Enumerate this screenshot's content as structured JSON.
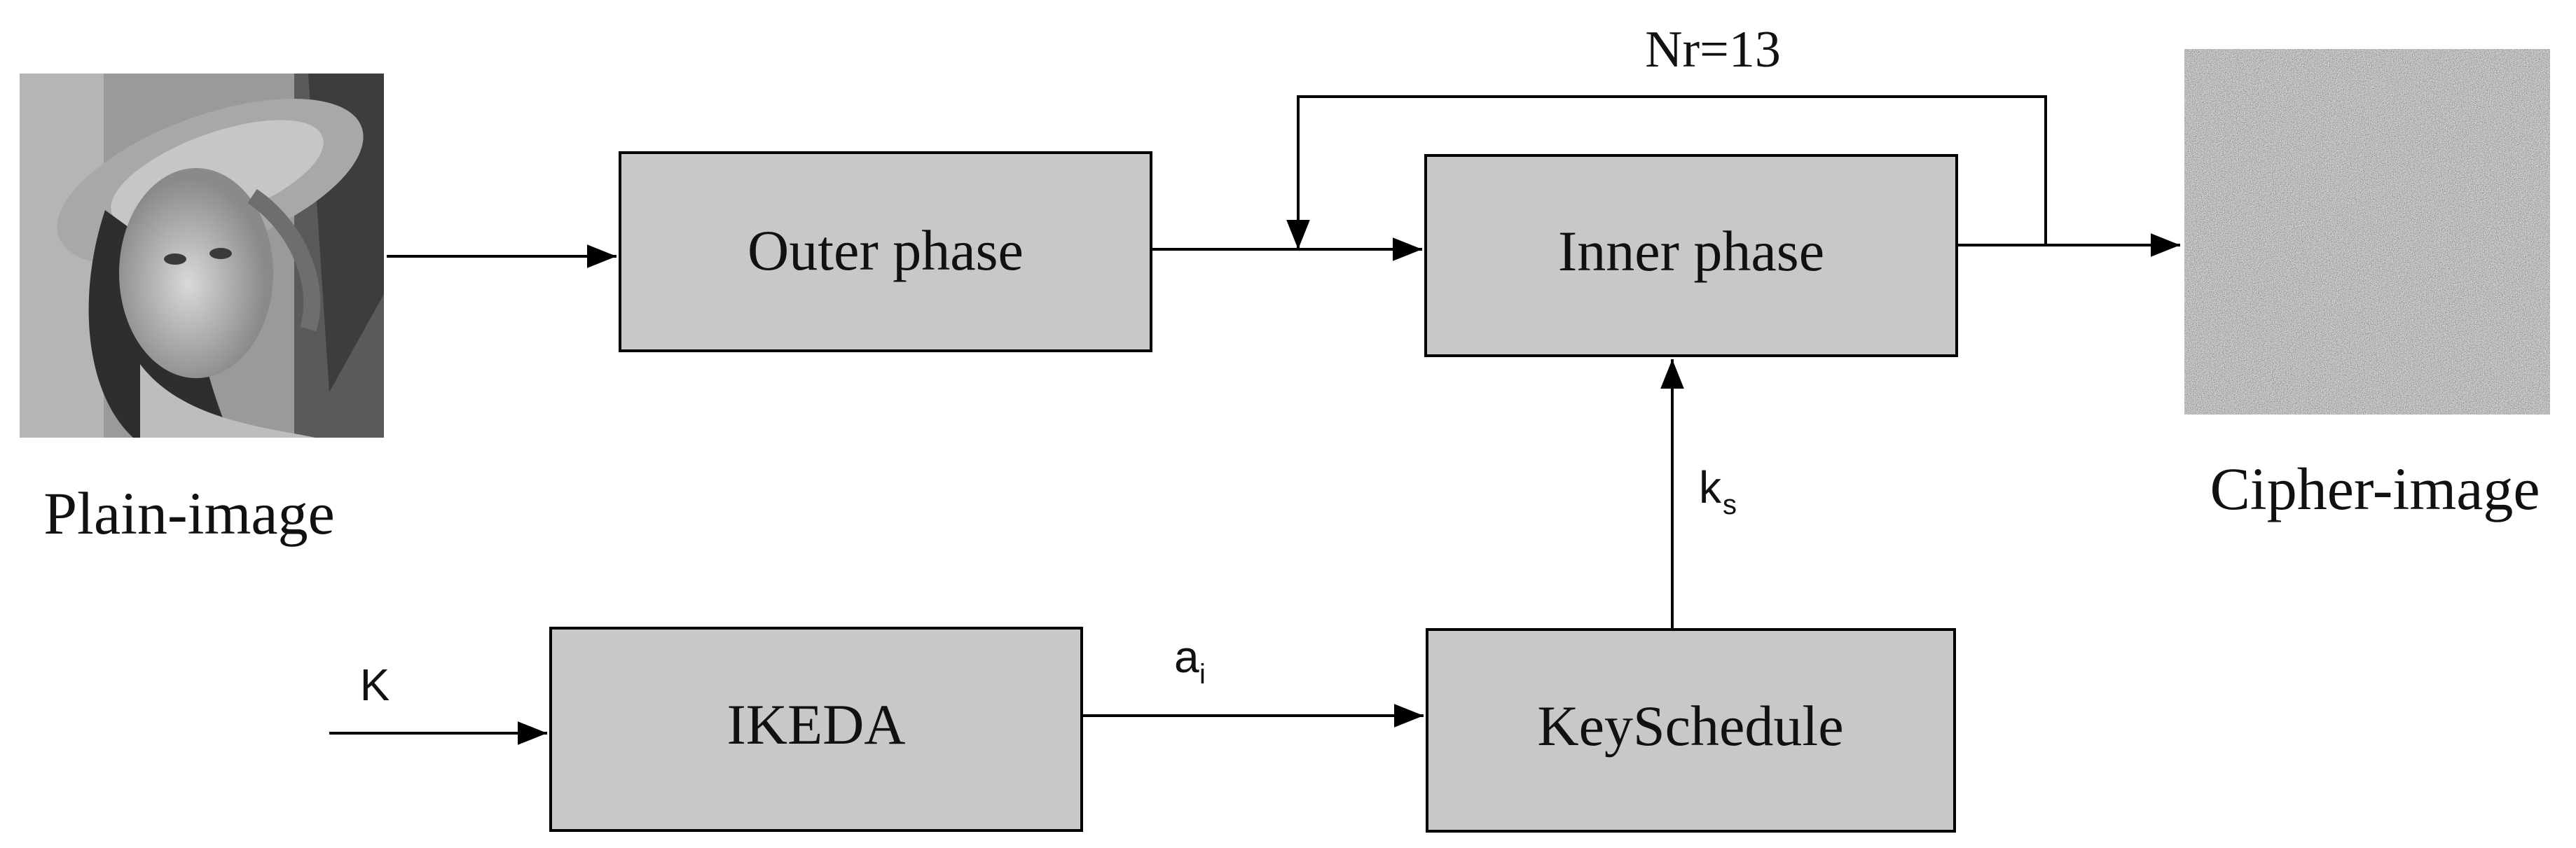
{
  "diagram": {
    "inputs": {
      "plain_caption": "Plain-image",
      "cipher_caption": "Cipher-image",
      "key_label": "K"
    },
    "blocks": {
      "outer": "Outer phase",
      "inner": "Inner phase",
      "ikeda": "IKEDA",
      "keyschedule": "KeySchedule"
    },
    "edges": {
      "ai_label": "a",
      "ai_sub": "i",
      "ks_label": "k",
      "ks_sub": "s",
      "loop_label": "Nr=13"
    },
    "colors": {
      "box_fill": "#c8c8c8",
      "stroke": "#000000"
    },
    "icons": {
      "plain": "grayscale-portrait-image",
      "cipher": "noise-image"
    }
  }
}
